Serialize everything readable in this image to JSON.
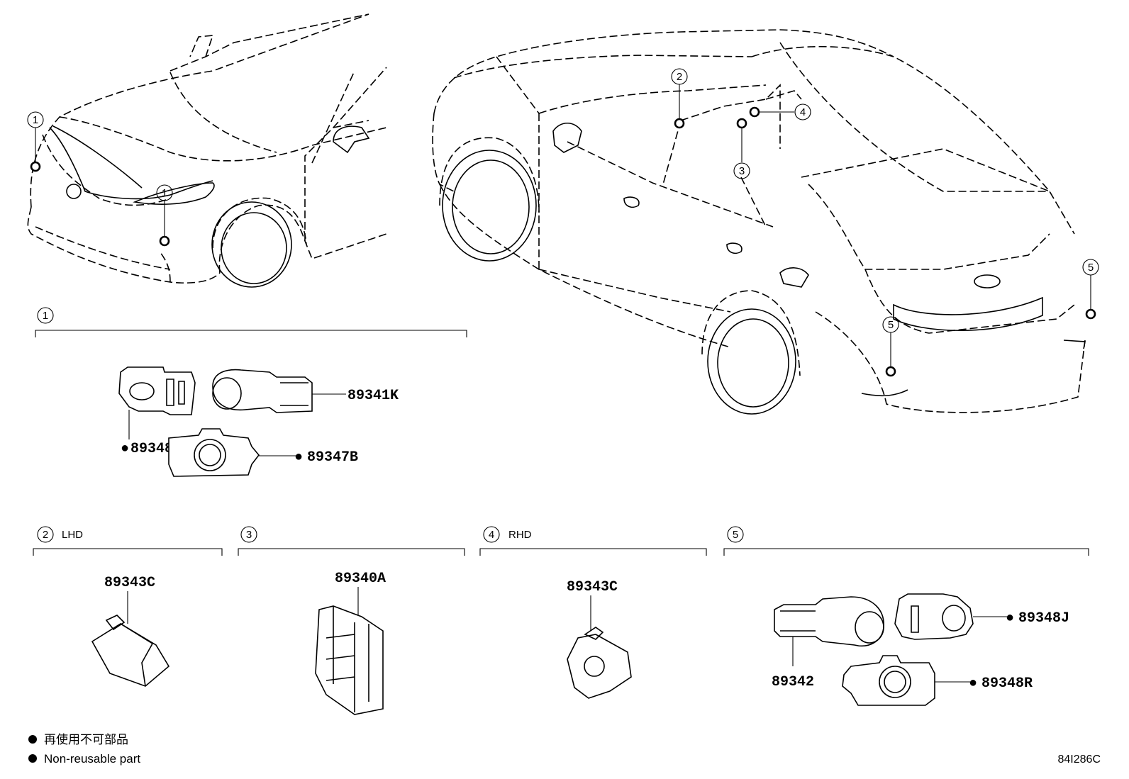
{
  "callouts": {
    "c1": "1",
    "c2": "2",
    "c3": "3",
    "c4": "4",
    "c5": "5"
  },
  "regions": {
    "r2_label": "LHD",
    "r4_label": "RHD"
  },
  "parts": {
    "p_89341K": "89341K",
    "p_89348J_front": "89348J",
    "p_89347B": "89347B",
    "p_89343C_lhd": "89343C",
    "p_89340A": "89340A",
    "p_89343C_rhd": "89343C",
    "p_89342": "89342",
    "p_89348J_rear": "89348J",
    "p_89348R": "89348R"
  },
  "legend": {
    "line_jp": "再使用不可部品",
    "line_en": "Non-reusable part"
  },
  "diagram_code": "84I286C"
}
